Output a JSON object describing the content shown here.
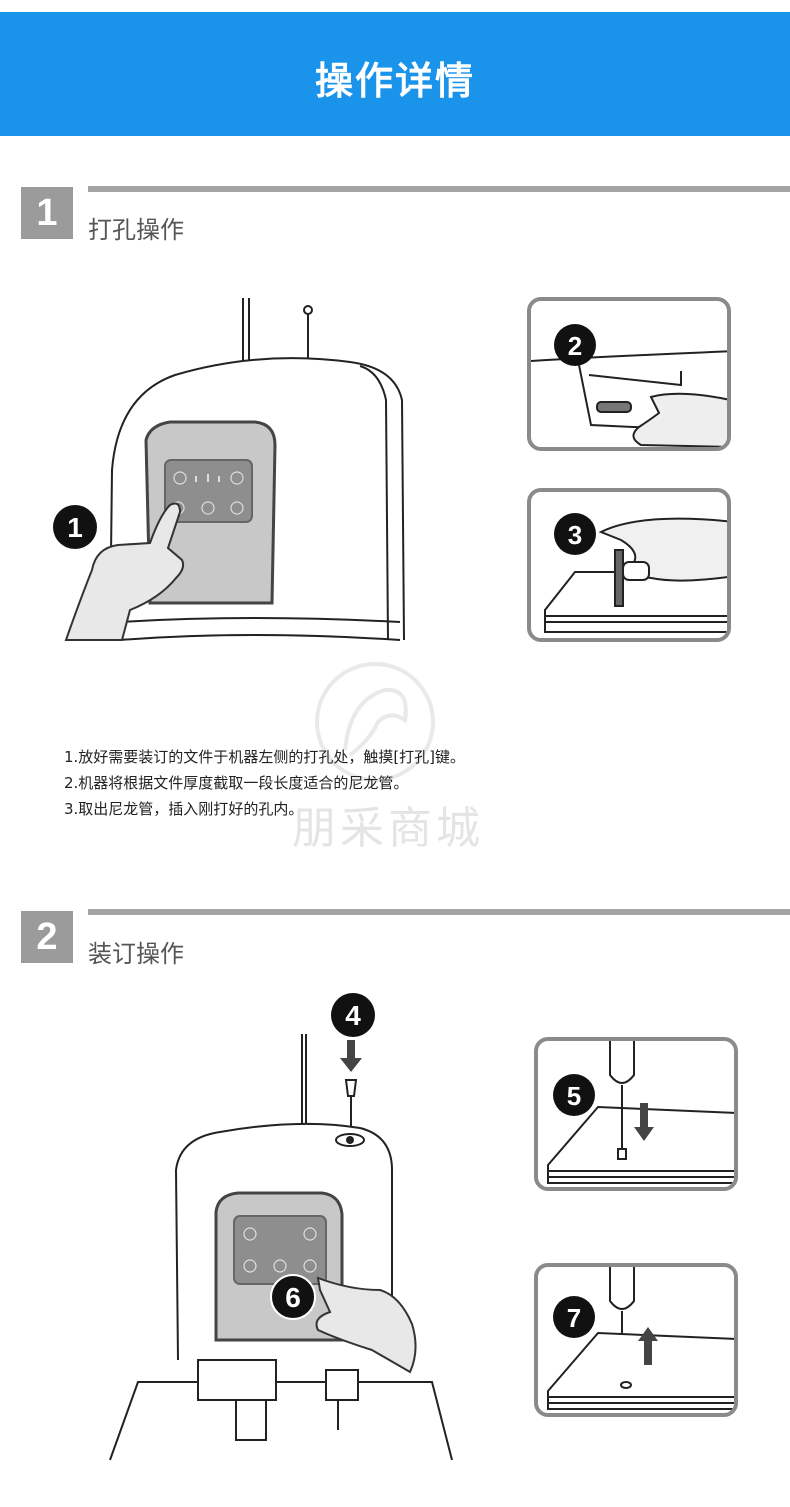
{
  "header": {
    "title": "操作详情"
  },
  "section1": {
    "number": "1",
    "title": "打孔操作",
    "badges": [
      "1",
      "2",
      "3"
    ],
    "steps": [
      "1.放好需要装订的文件于机器左侧的打孔处，触摸[打孔]键。",
      "2.机器将根据文件厚度截取一段长度适合的尼龙管。",
      "3.取出尼龙管，插入刚打好的孔内。"
    ]
  },
  "section2": {
    "number": "2",
    "title": "装订操作",
    "badges": [
      "4",
      "5",
      "6",
      "7"
    ]
  },
  "watermark": {
    "text": "朋采商城"
  }
}
